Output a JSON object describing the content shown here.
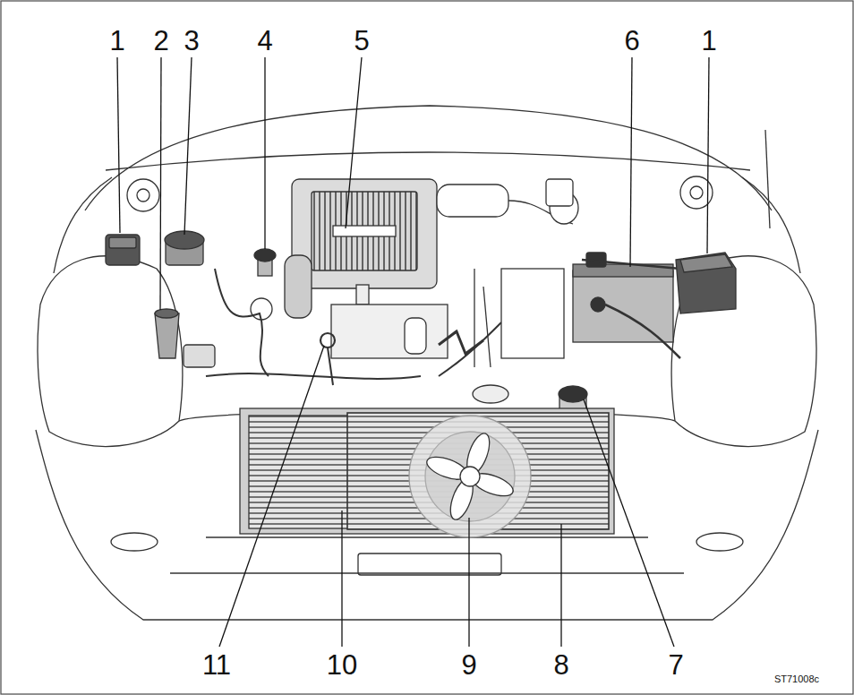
{
  "diagram": {
    "labels": [
      "1",
      "2",
      "3",
      "4",
      "5",
      "6",
      "1",
      "11",
      "10",
      "9",
      "8",
      "7",
      "ST71008c"
    ]
  }
}
